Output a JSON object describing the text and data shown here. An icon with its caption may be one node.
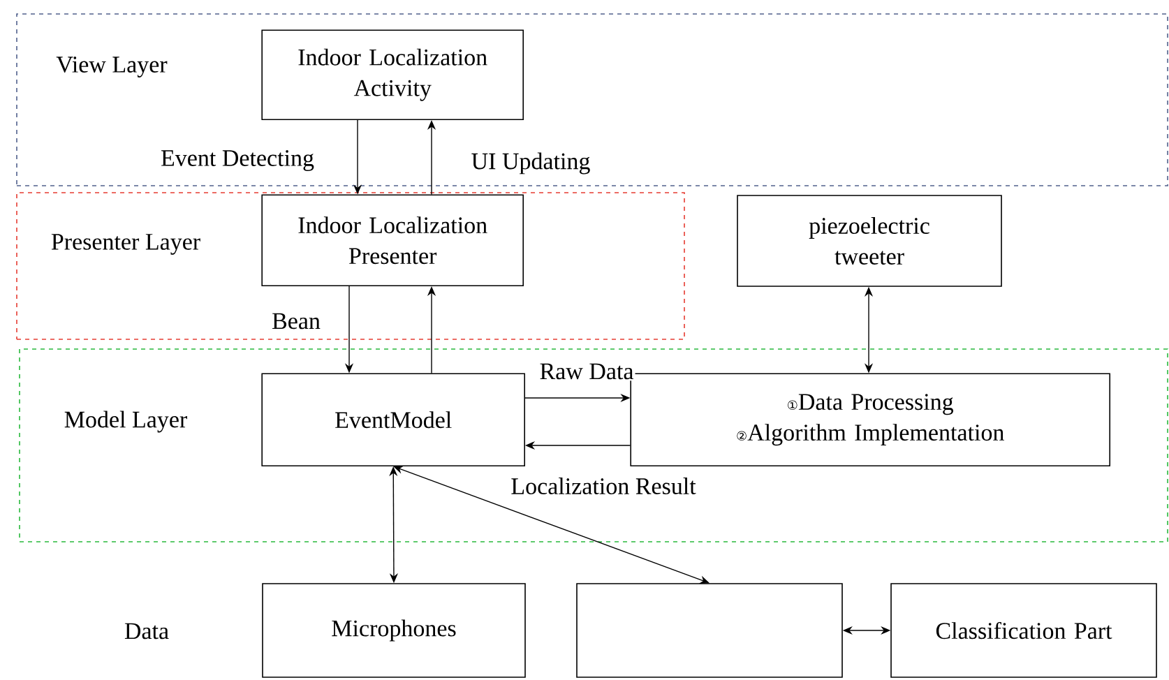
{
  "diagram": {
    "nodes": [
      {
        "text": [
          "View Layer"
        ]
      },
      {
        "text": [
          "Indoor Localization Activity"
        ],
        "in": 0
      },
      {
        "text": [
          "Presenter Layer"
        ]
      },
      {
        "text": [
          "Indoor Localization Presenter"
        ],
        "in": 2
      },
      {
        "text": [
          "piezoelectric tweeter"
        ]
      },
      {
        "text": [
          "Model Layer"
        ]
      },
      {
        "text": [
          "EventModel"
        ],
        "in": 5
      },
      {
        "text": [
          "①Data Processing",
          "②Algorithm Implementation"
        ],
        "in": 5
      },
      {
        "text": [
          "Microphones"
        ]
      },
      {
        "text": [],
        "shape": "box"
      },
      {
        "text": [
          "Classification Part"
        ]
      }
    ],
    "edges": [
      {
        "from": 1,
        "to": 3,
        "arrow": "to",
        "label": "Event Detecting"
      },
      {
        "from": 3,
        "to": 1,
        "arrow": "to",
        "label": "UI Updating"
      },
      {
        "from": 3,
        "to": 6,
        "arrow": "to",
        "label": "Bean"
      },
      {
        "from": 6,
        "to": 3,
        "arrow": "to"
      },
      {
        "from": 4,
        "to": 7,
        "arrow": "both"
      },
      {
        "from": 6,
        "to": 7,
        "arrow": "to",
        "label": "Raw Data"
      },
      {
        "from": 7,
        "to": 6,
        "arrow": "to",
        "label": "Localization Result"
      },
      {
        "from": 6,
        "to": 8,
        "arrow": "both"
      },
      {
        "from": 6,
        "to": 9,
        "arrow": "both"
      },
      {
        "from": 9,
        "to": 10,
        "arrow": "both"
      }
    ],
    "labels": [
      "Data"
    ]
  }
}
